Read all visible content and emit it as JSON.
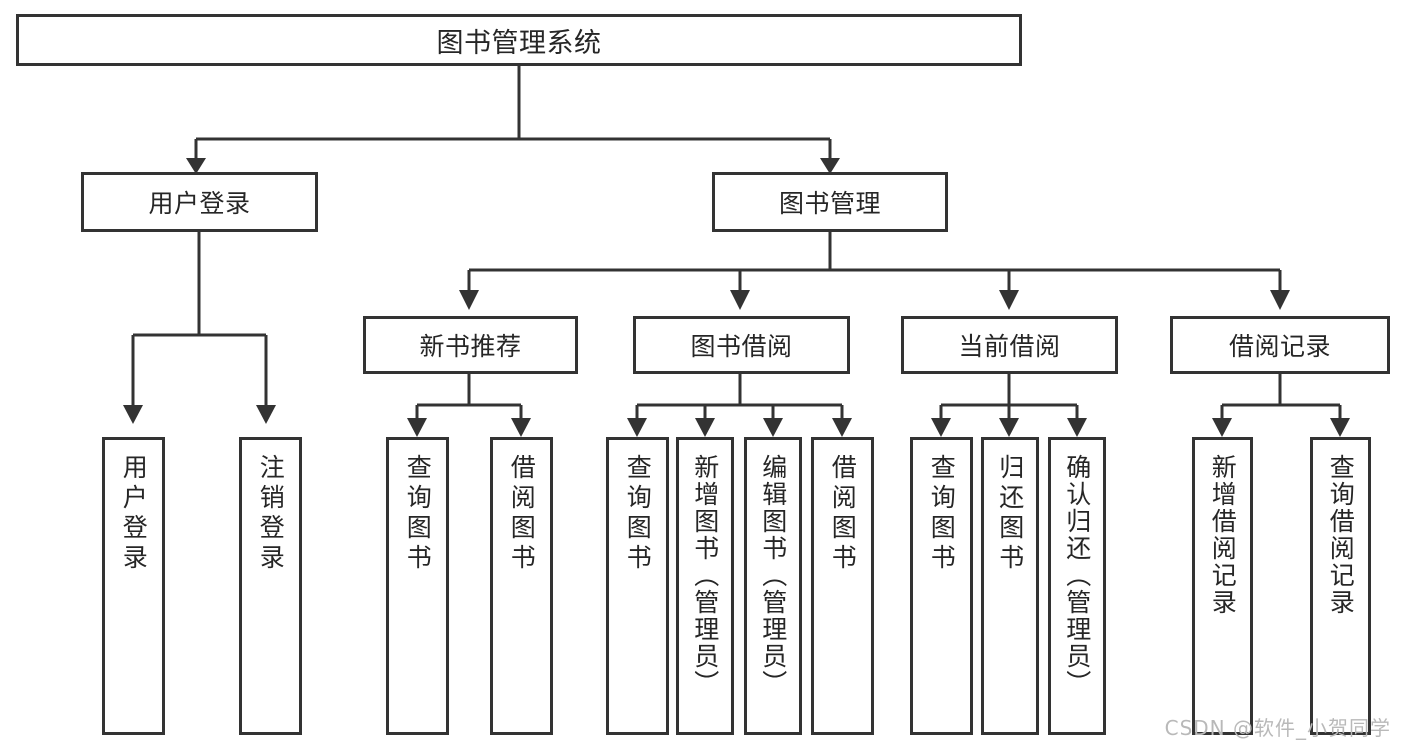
{
  "diagram": {
    "type": "tree",
    "title": "图书管理系统",
    "watermark": "CSDN @软件_小贺同学",
    "colors": {
      "stroke": "#333333",
      "box_fill": "#ffffff",
      "text": "#262626",
      "background": "#ffffff",
      "watermark": "#b9b9b9"
    },
    "root": {
      "label": "图书管理系统"
    },
    "level2": [
      {
        "label": "用户登录"
      },
      {
        "label": "图书管理"
      }
    ],
    "level3": [
      {
        "label": "新书推荐"
      },
      {
        "label": "图书借阅"
      },
      {
        "label": "当前借阅"
      },
      {
        "label": "借阅记录"
      }
    ],
    "leaves": {
      "user_login": [
        {
          "label": "用户登录"
        },
        {
          "label": "注销登录"
        }
      ],
      "new_book_recommend": [
        {
          "label": "查询图书"
        },
        {
          "label": "借阅图书"
        }
      ],
      "book_borrow": [
        {
          "label": "查询图书"
        },
        {
          "label": "新增图书（管理员）"
        },
        {
          "label": "编辑图书（管理员）"
        },
        {
          "label": "借阅图书"
        }
      ],
      "current_borrow": [
        {
          "label": "查询图书"
        },
        {
          "label": "归还图书"
        },
        {
          "label": "确认归还（管理员）"
        }
      ],
      "borrow_record": [
        {
          "label": "新增借阅记录"
        },
        {
          "label": "查询借阅记录"
        }
      ]
    }
  }
}
